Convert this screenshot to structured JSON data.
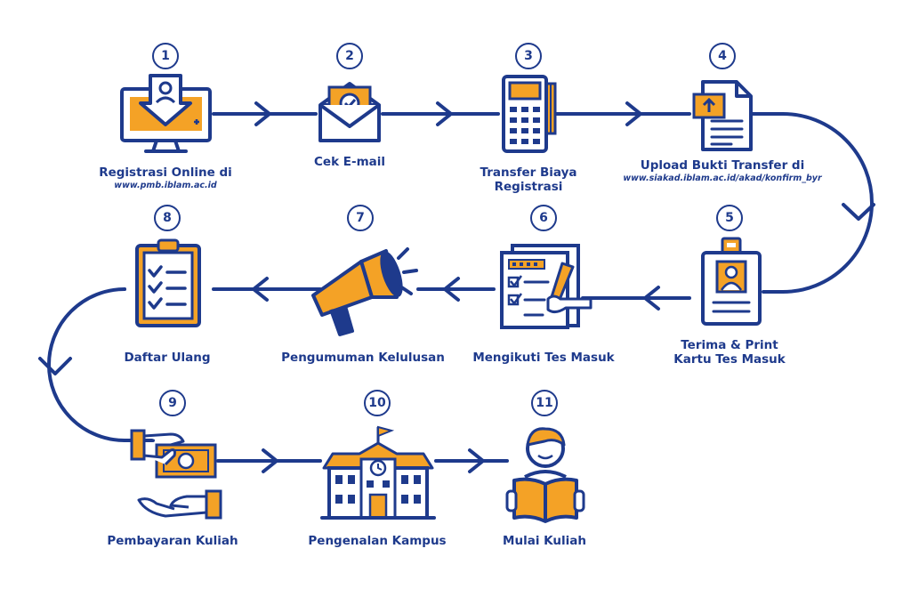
{
  "colors": {
    "navy": "#1e3a8c",
    "orange": "#f4a226",
    "white": "#ffffff"
  },
  "steps": [
    {
      "number": "1",
      "title": "Registrasi Online di",
      "subtitle": "www.pmb.iblam.ac.id",
      "icon": "computer-register-icon"
    },
    {
      "number": "2",
      "title": "Cek E-mail",
      "icon": "envelope-check-icon"
    },
    {
      "number": "3",
      "title": "Transfer Biaya",
      "title2": "Registrasi",
      "icon": "payment-terminal-icon"
    },
    {
      "number": "4",
      "title": "Upload Bukti Transfer di",
      "subtitle": "www.siakad.iblam.ac.id/akad/konfirm_byr",
      "icon": "document-upload-icon"
    },
    {
      "number": "5",
      "title": "Terima & Print",
      "title2": "Kartu Tes Masuk",
      "icon": "id-card-icon"
    },
    {
      "number": "6",
      "title": "Mengikuti Tes Masuk",
      "icon": "test-paper-pencil-icon"
    },
    {
      "number": "7",
      "title": "Pengumuman Kelulusan",
      "icon": "megaphone-icon"
    },
    {
      "number": "8",
      "title": "Daftar Ulang",
      "icon": "clipboard-checklist-icon"
    },
    {
      "number": "9",
      "title": "Pembayaran Kuliah",
      "icon": "hand-money-icon"
    },
    {
      "number": "10",
      "title": "Pengenalan Kampus",
      "icon": "school-building-icon"
    },
    {
      "number": "11",
      "title": "Mulai Kuliah",
      "icon": "student-reading-icon"
    }
  ]
}
